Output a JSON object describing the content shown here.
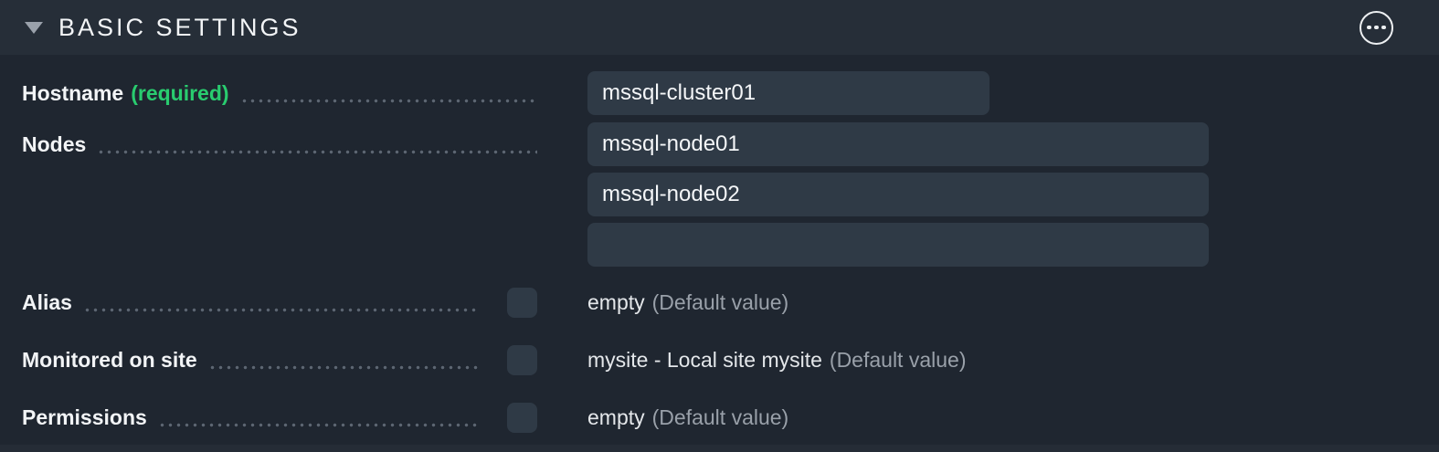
{
  "colors": {
    "header_bg": "#262e38",
    "body_bg": "#1f2630",
    "input_bg": "#2f3a46",
    "accent_green": "#29cc6f",
    "muted_text": "#99a0a9"
  },
  "header": {
    "title": "BASIC SETTINGS",
    "collapse_icon": "caret-down-icon",
    "menu_icon": "ellipsis-circle-icon"
  },
  "form": {
    "hostname": {
      "label": "Hostname",
      "required_tag": "(required)",
      "value": "mssql-cluster01"
    },
    "nodes": {
      "label": "Nodes",
      "values": [
        "mssql-node01",
        "mssql-node02",
        ""
      ]
    },
    "alias": {
      "label": "Alias",
      "checked": false,
      "value": "empty",
      "default_note": "(Default value)"
    },
    "monitored_on_site": {
      "label": "Monitored on site",
      "checked": false,
      "value": "mysite - Local site mysite",
      "default_note": "(Default value)"
    },
    "permissions": {
      "label": "Permissions",
      "checked": false,
      "value": "empty",
      "default_note": "(Default value)"
    }
  }
}
